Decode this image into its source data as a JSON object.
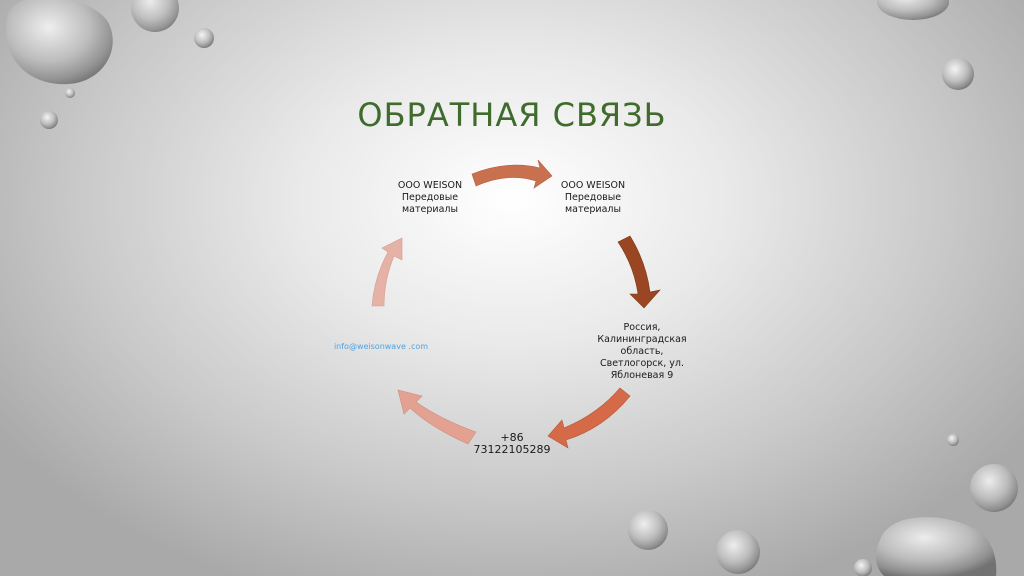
{
  "title": "ОБРАТНАЯ СВЯЗЬ",
  "colors": {
    "title": "#3f6b2c",
    "arrow_top": "#c9704f",
    "arrow_right": "#9a4622",
    "arrow_bottom_right": "#d46a48",
    "arrow_bottom_left": "#e3a291",
    "arrow_left": "#e6b2a6"
  },
  "cycle": {
    "nodes": [
      {
        "lines": [
          "ООО WEISON",
          "Передовые",
          "материалы"
        ]
      },
      {
        "lines": [
          "ООО WEISON",
          "Передовые",
          "материалы"
        ]
      },
      {
        "lines": [
          "Россия,",
          "Калининградская",
          "область,",
          "Светлогорск, ул.",
          "Яблоневая 9"
        ]
      },
      {
        "lines": [
          "+86",
          "73122105289"
        ]
      },
      {
        "lines": [
          "info@weisonwave",
          ".com"
        ]
      }
    ]
  }
}
